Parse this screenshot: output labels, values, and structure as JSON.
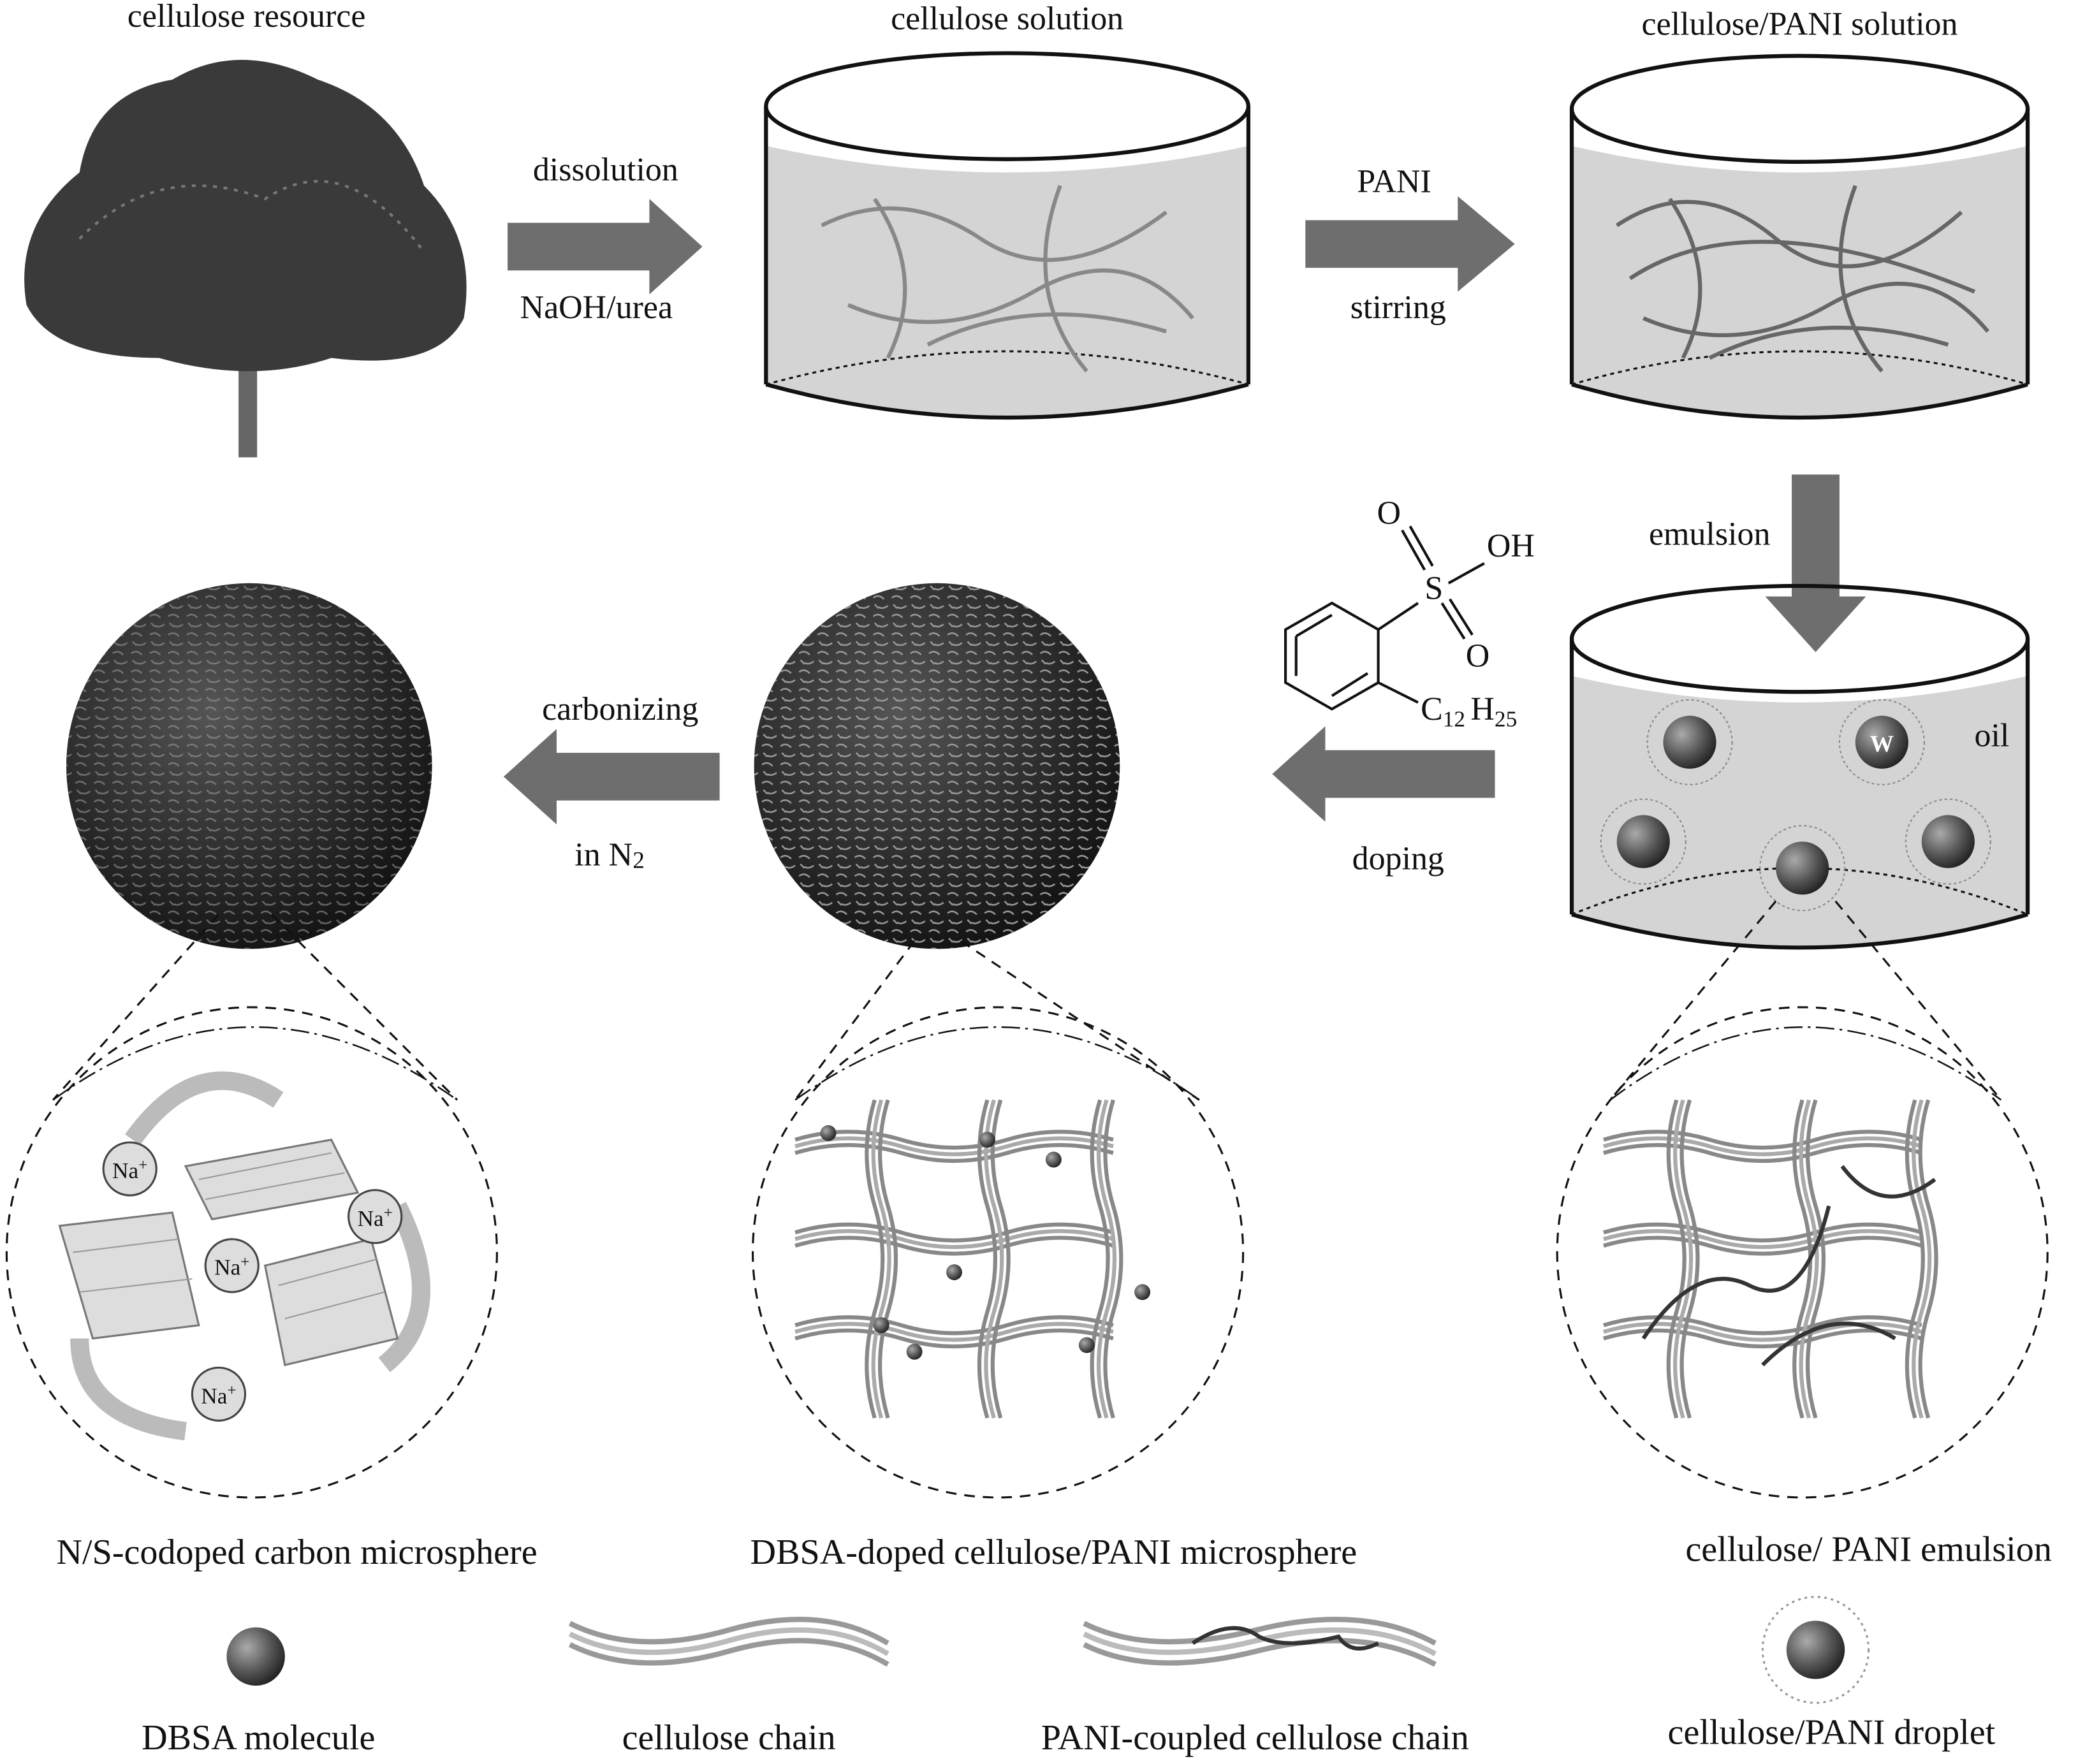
{
  "top_labels": {
    "cellulose_resource": "cellulose resource",
    "cellulose_solution": "cellulose solution",
    "cellulose_pani_solution": "cellulose/PANI solution"
  },
  "steps": {
    "dissolution": "dissolution",
    "naoh_urea": "NaOH/urea",
    "pani": "PANI",
    "stirring": "stirring",
    "emulsion": "emulsion",
    "doping": "doping",
    "carbonizing": "carbonizing",
    "in_n2_prefix": "in N",
    "in_n2_sub": "2"
  },
  "molecule": {
    "o_top": "O",
    "s": "S",
    "oh": "OH",
    "o_bottom": "O",
    "c": "C",
    "c_sub": "12",
    "h": "H",
    "h_sub": "25"
  },
  "emulsion": {
    "oil": "oil",
    "water": "W"
  },
  "ions": {
    "na": "Na",
    "plus": "+"
  },
  "captions": {
    "carbon_microsphere": "N/S-codoped carbon microsphere",
    "dbsa_microsphere": "DBSA-doped cellulose/PANI microsphere",
    "pani_emulsion": "cellulose/ PANI emulsion"
  },
  "legend": {
    "dbsa_molecule": "DBSA molecule",
    "cellulose_chain": "cellulose chain",
    "pani_chain": "PANI-coupled cellulose chain",
    "droplet": "cellulose/PANI droplet"
  },
  "colors": {
    "arrow": "#6e6e6e",
    "liquid": "#d4d4d4",
    "sphere": "#2a2a2a",
    "droplet": "#5a5a5a"
  }
}
